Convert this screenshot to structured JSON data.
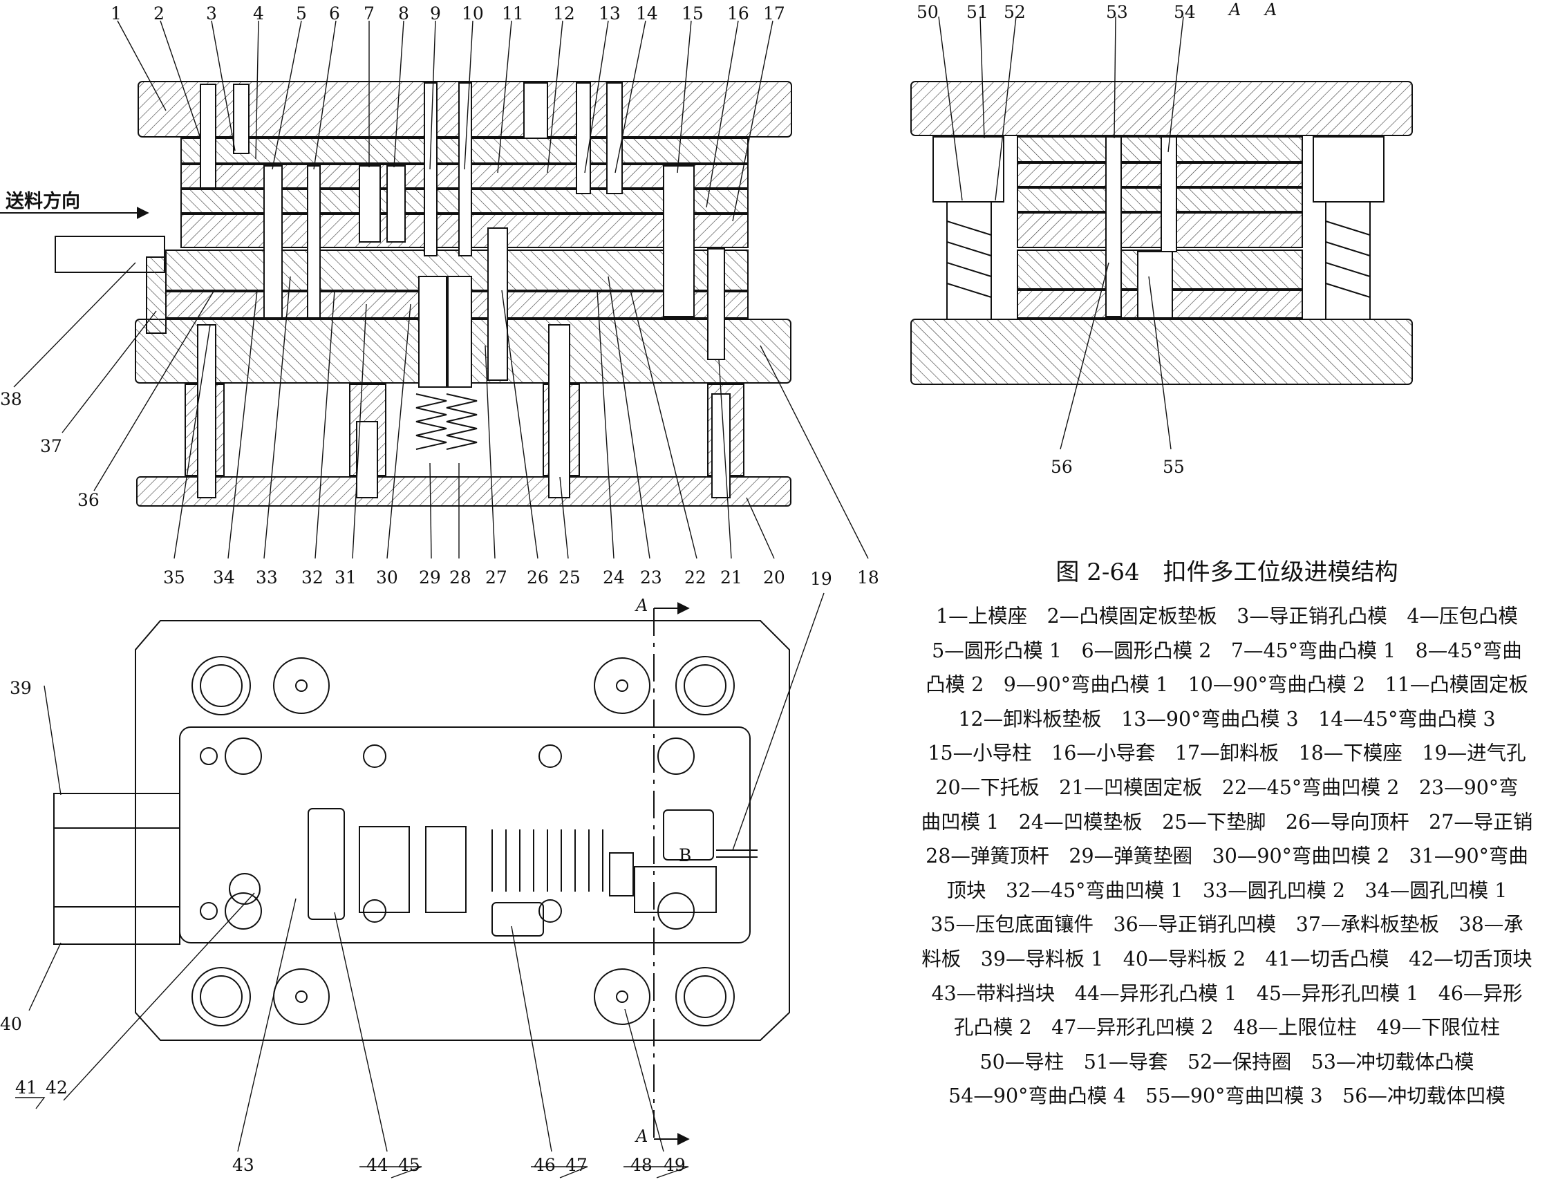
{
  "feed_direction_label": "送料方向",
  "section_marks": {
    "view_title_a1": "A",
    "view_title_a2": "A",
    "cut_top": "A",
    "cut_bottom": "A",
    "insert_letter": "B"
  },
  "labels_top": [
    "1",
    "2",
    "3",
    "4",
    "5",
    "6",
    "7",
    "8",
    "9",
    "10",
    "11",
    "12",
    "13",
    "14",
    "15",
    "16",
    "17"
  ],
  "labels_bottom": [
    "35",
    "34",
    "33",
    "32",
    "31",
    "30",
    "29",
    "28",
    "27",
    "26",
    "25",
    "24",
    "23",
    "22",
    "21",
    "20",
    "18"
  ],
  "labels_side": [
    "38",
    "37",
    "36",
    "19"
  ],
  "labels_section_top": [
    "50",
    "51",
    "52",
    "53",
    "54"
  ],
  "labels_section_bottom": [
    "56",
    "55"
  ],
  "labels_plan": [
    "39",
    "40",
    "41",
    "42",
    "43",
    "44",
    "45",
    "46",
    "47",
    "48",
    "49"
  ],
  "caption": {
    "title": "图 2-64　扣件多工位级进模结构",
    "lines": [
      "1—上模座　2—凸模固定板垫板　3—导正销孔凸模　4—压包凸模",
      "5—圆形凸模 1　6—圆形凸模 2　7—45°弯曲凸模 1　8—45°弯曲",
      "凸模 2　9—90°弯曲凸模 1　10—90°弯曲凸模 2　11—凸模固定板",
      "12—卸料板垫板　13—90°弯曲凸模 3　14—45°弯曲凸模 3",
      "15—小导柱　16—小导套　17—卸料板　18—下模座　19—进气孔",
      "20—下托板　21—凹模固定板　22—45°弯曲凹模 2　23—90°弯",
      "曲凹模 1　24—凹模垫板　25—下垫脚　26—导向顶杆　27—导正销",
      "28—弹簧顶杆　29—弹簧垫圈　30—90°弯曲凹模 2　31—90°弯曲",
      "顶块　32—45°弯曲凹模 1　33—圆孔凹模 2　34—圆孔凹模 1",
      "35—压包底面镶件　36—导正销孔凹模　37—承料板垫板　38—承",
      "料板　39—导料板 1　40—导料板 2　41—切舌凸模　42—切舌顶块",
      "43—带料挡块　44—异形孔凸模 1　45—异形孔凹模 1　46—异形",
      "孔凸模 2　47—异形孔凹模 2　48—上限位柱　49—下限位柱",
      "50—导柱　51—导套　52—保持圈　53—冲切载体凸模",
      "54—90°弯曲凸模 4　55—90°弯曲凹模 3　56—冲切载体凹模"
    ]
  }
}
